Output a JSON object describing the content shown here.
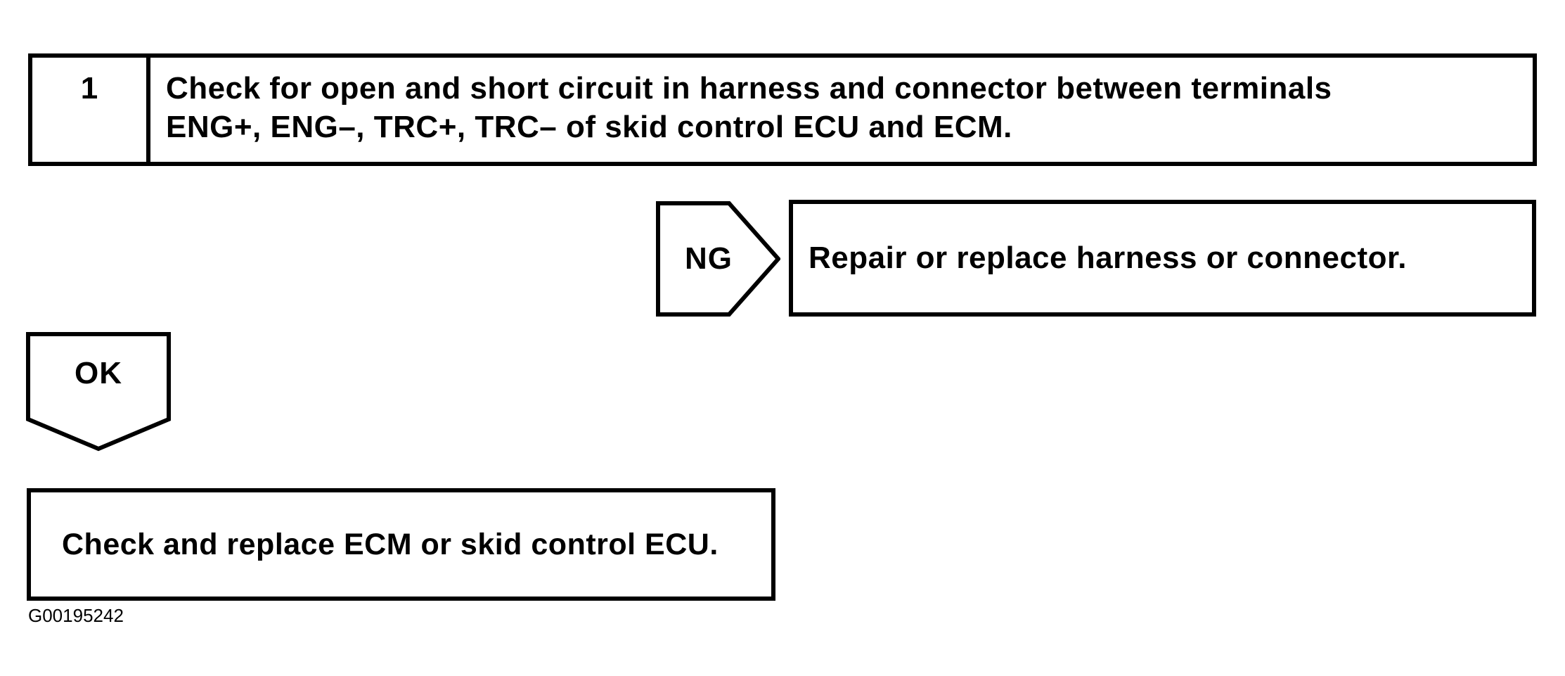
{
  "flowchart": {
    "step": {
      "number": "1",
      "instruction_line1": "Check for open and short circuit in harness and connector between terminals",
      "instruction_line2": "ENG+, ENG–, TRC+, TRC– of skid control ECU and ECM."
    },
    "ng_branch": {
      "connector_label": "NG",
      "action": "Repair or replace harness or connector."
    },
    "ok_branch": {
      "connector_label": "OK",
      "action": "Check and replace ECM or skid control ECU."
    },
    "figure_id": "G00195242",
    "colors": {
      "line": "#000000",
      "background": "#ffffff"
    }
  }
}
